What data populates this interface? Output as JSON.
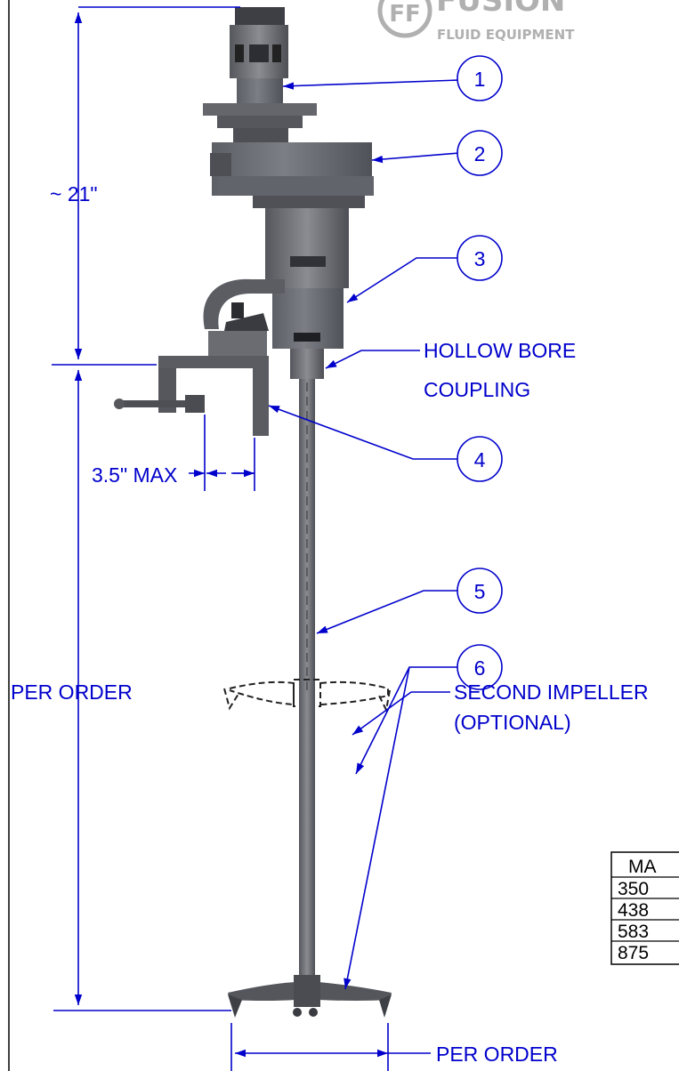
{
  "logo": {
    "word": "FUSION",
    "subtitle": "FLUID EQUIPMENT",
    "monogram": "FF"
  },
  "dimensions": {
    "top_height": "~ 21\"",
    "shaft_length": "PER ORDER",
    "clamp_max": "3.5\" MAX",
    "impeller_diameter": "PER ORDER"
  },
  "callouts": [
    "1",
    "2",
    "3",
    "4",
    "5",
    "6"
  ],
  "notes": {
    "coupling": [
      "HOLLOW BORE",
      "COUPLING"
    ],
    "second_impeller": [
      "SECOND IMPELLER",
      "(OPTIONAL)"
    ]
  },
  "table": {
    "header": "MA",
    "rows": [
      "350",
      "438",
      "583",
      "875"
    ]
  },
  "colors": {
    "dimension_blue": "#0000cc",
    "body_gray": "#6e7076",
    "dark_gray": "#44464c"
  }
}
